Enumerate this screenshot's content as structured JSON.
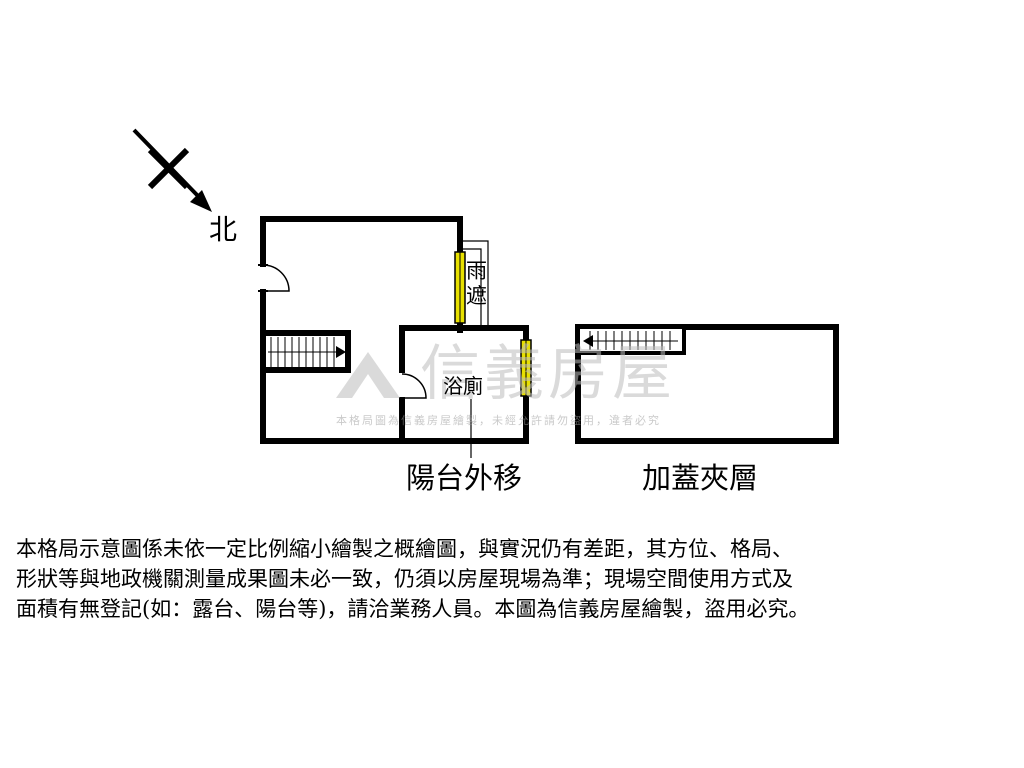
{
  "compass": {
    "north_label": "北"
  },
  "rooms": {
    "rain_cover": "雨遮",
    "bathroom": "浴廁",
    "balcony_moved": "陽台外移",
    "mezzanine": "加蓋夾層"
  },
  "watermark": {
    "brand": "信義房屋",
    "notice": "本格局圖為信義房屋繪製，未經允許請勿盜用，違者必究"
  },
  "disclaimer": {
    "line1": "本格局示意圖係未依一定比例縮小繪製之概繪圖，與實況仍有差距，其方位、格局、",
    "line2": "形狀等與地政機關測量成果圖未必一致，仍須以房屋現場為準；現場空間使用方式及",
    "line3": "面積有無登記(如：露台、陽台等)，請洽業務人員。本圖為信義房屋繪製，盜用必究。"
  },
  "colors": {
    "wall": "#000000",
    "window": "#e8e000",
    "watermark": "#bdbdbd"
  }
}
